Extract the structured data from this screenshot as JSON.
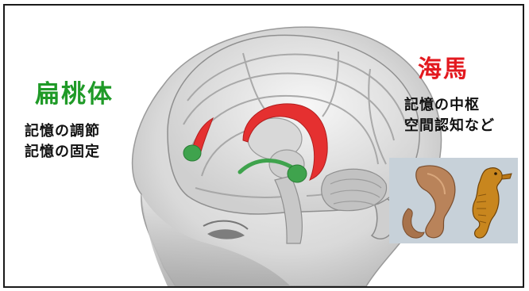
{
  "amygdala": {
    "title": "扁桃体",
    "functions": [
      "記憶の調節",
      "記憶の固定"
    ],
    "color": "#1f9a27"
  },
  "hippocampus": {
    "title": "海馬",
    "functions": [
      "記憶の中枢",
      "空間認知など"
    ],
    "color": "#e3191f"
  },
  "illustration": {
    "subject": "brain-cross-section",
    "highlight_colors": {
      "hippocampus": "#e53030",
      "amygdala": "#3fa34d"
    }
  },
  "photo": {
    "subject": "hippocampus-and-seahorse-comparison"
  }
}
